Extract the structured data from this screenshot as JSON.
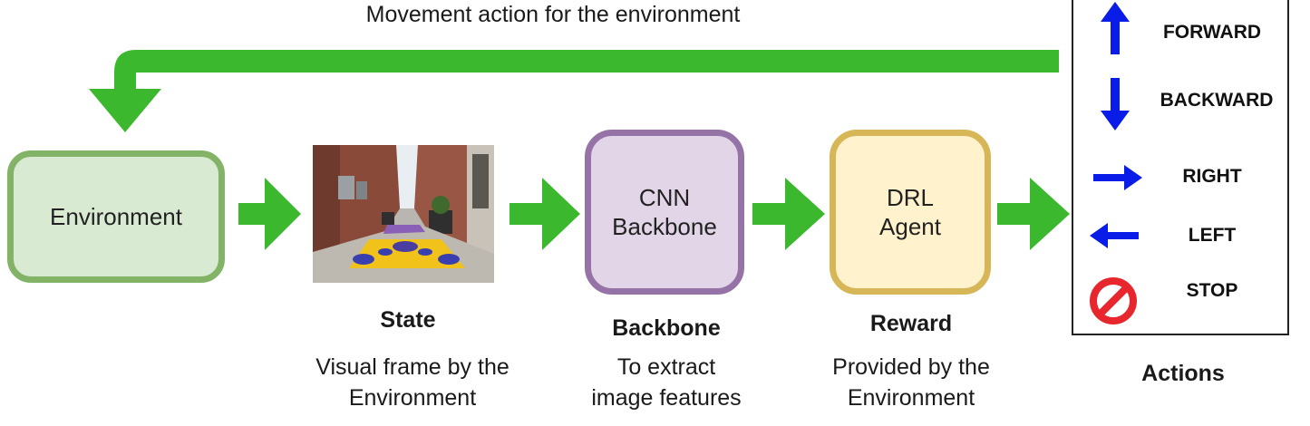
{
  "top_label": "Movement action for the environment",
  "nodes": {
    "environment": "Environment",
    "cnn": "CNN\nBackbone",
    "drl": "DRL\nAgent"
  },
  "captions": {
    "state_title": "State",
    "state_desc": "Visual frame by the\nEnvironment",
    "backbone_title": "Backbone",
    "backbone_desc": "To extract\nimage features",
    "reward_title": "Reward",
    "reward_desc": "Provided by the\nEnvironment",
    "actions_title": "Actions"
  },
  "actions": [
    {
      "label": "FORWARD",
      "icon": "arrow-up-icon"
    },
    {
      "label": "BACKWARD",
      "icon": "arrow-down-icon"
    },
    {
      "label": "RIGHT",
      "icon": "arrow-right-icon"
    },
    {
      "label": "LEFT",
      "icon": "arrow-left-icon"
    },
    {
      "label": "STOP",
      "icon": "no-entry-icon"
    }
  ],
  "colors": {
    "flow_arrow": "#3cb82e",
    "action_arrow": "#0a1de8",
    "stop_icon": "#e8262d",
    "environment_fill": "#d9ead3",
    "environment_border": "#82b366",
    "cnn_fill": "#e1d5e7",
    "cnn_border": "#9673a6",
    "drl_fill": "#fff2cc",
    "drl_border": "#d6b656"
  }
}
